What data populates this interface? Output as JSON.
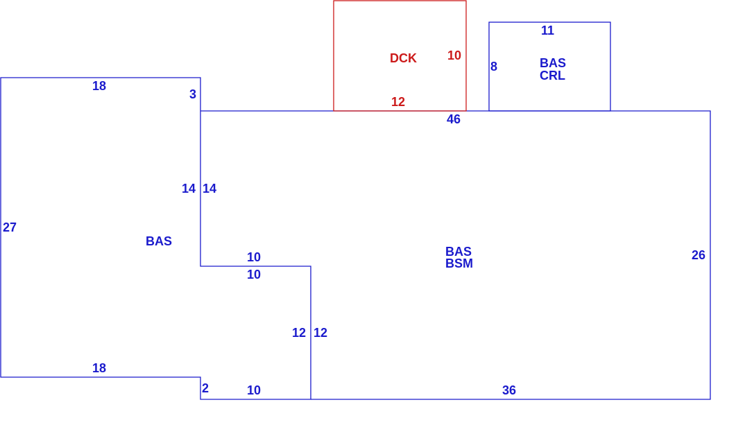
{
  "colors": {
    "primary": "#1a1acc",
    "deck": "#cc1a1a",
    "background": "#ffffff"
  },
  "areas": {
    "bas_left": {
      "label": "BAS"
    },
    "bas_bsm": {
      "line1": "BAS",
      "line2": "BSM"
    },
    "bas_crl": {
      "line1": "BAS",
      "line2": "CRL"
    },
    "deck": {
      "label": "DCK"
    }
  },
  "dimensions": {
    "left_top": "18",
    "left_side": "27",
    "left_bottom": "18",
    "notch_upper": "3",
    "notch_lower": "2",
    "left_inner": "14",
    "main_inner": "14",
    "step_top_upper": "10",
    "step_top_lower": "10",
    "step_side_left": "12",
    "step_side_right": "12",
    "step_bottom": "10",
    "main_top": "46",
    "main_right": "26",
    "main_bottom": "36",
    "crl_top": "11",
    "crl_side": "8",
    "deck_side": "10",
    "deck_bottom": "12"
  }
}
